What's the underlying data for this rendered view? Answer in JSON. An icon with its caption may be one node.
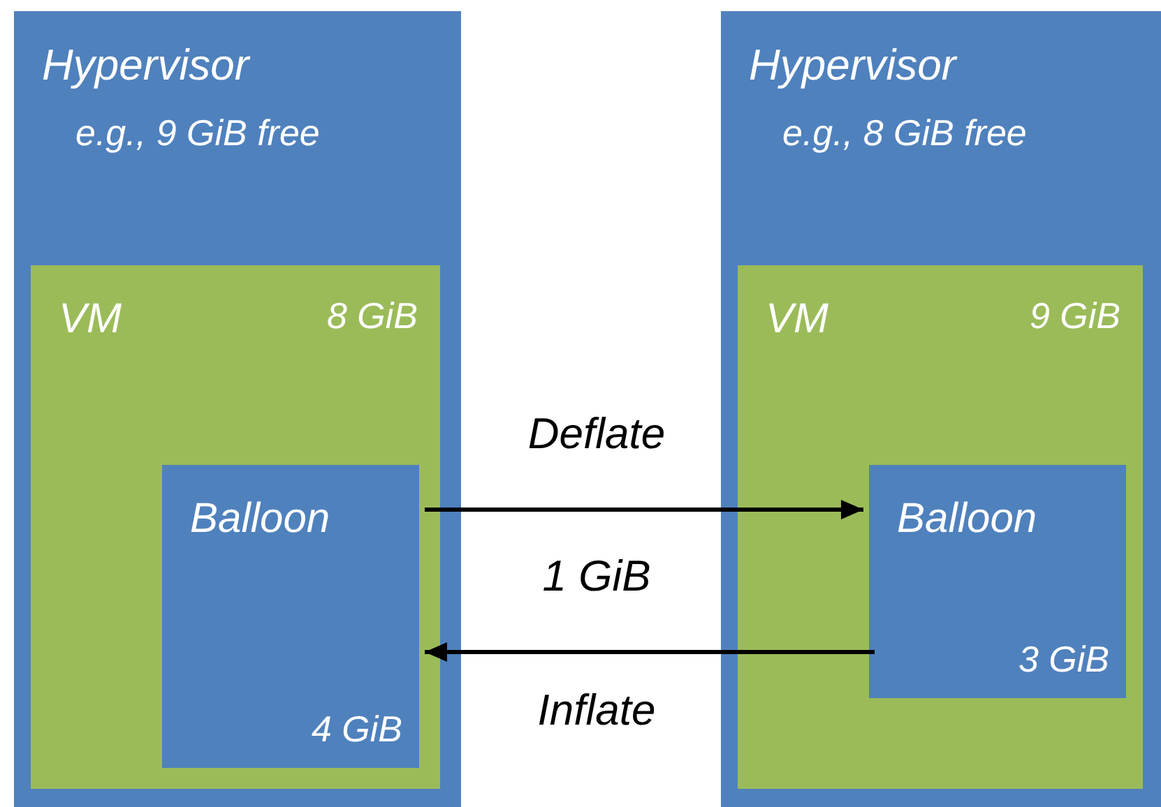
{
  "diagram": {
    "nodes": [
      {
        "text": [
          "Hypervisor",
          "e.g., 9 GiB free"
        ]
      },
      {
        "text": [
          "VM",
          "8 GiB"
        ],
        "in": 0
      },
      {
        "text": [
          "Balloon",
          "4 GiB"
        ],
        "in": 1
      },
      {
        "text": [
          "Hypervisor",
          "e.g., 8 GiB free"
        ]
      },
      {
        "text": [
          "VM",
          "9 GiB"
        ],
        "in": 3
      },
      {
        "text": [
          "Balloon",
          "3 GiB"
        ],
        "in": 4
      }
    ],
    "edges": [
      {
        "from": 2,
        "to": 5,
        "arrow": "to",
        "label": "Deflate"
      },
      {
        "from": 5,
        "to": 2,
        "arrow": "to",
        "label": "Inflate"
      }
    ],
    "labels": [
      "1 GiB"
    ]
  }
}
